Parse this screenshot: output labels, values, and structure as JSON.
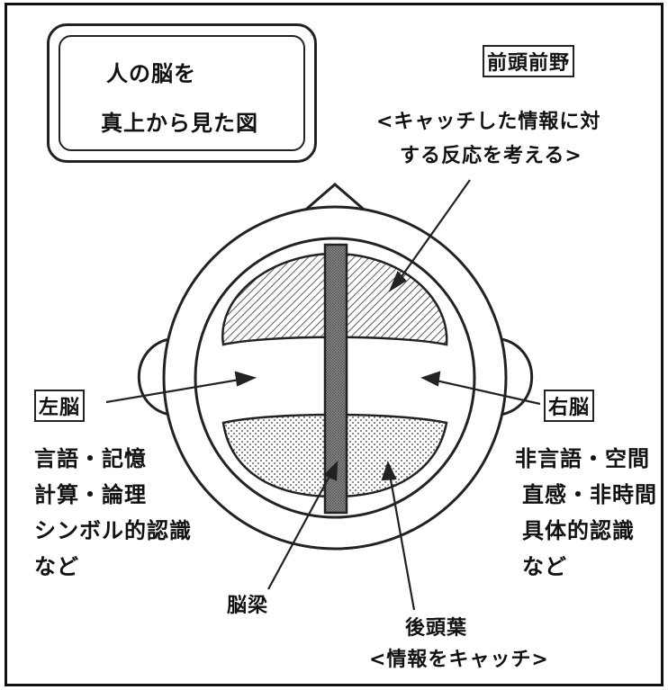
{
  "title": {
    "line1": "人の脳を",
    "line2": "真上から見た図"
  },
  "prefrontal": {
    "label": "前頭前野",
    "desc1": "<キャッチした情報に対",
    "desc2": "する反応を考える>"
  },
  "left_brain": {
    "label": "左脳",
    "items": [
      "言語・記憶",
      "計算・論理",
      "シンボル的認識",
      "など"
    ]
  },
  "right_brain": {
    "label": "右脳",
    "items": [
      "非言語・空間",
      "直感・非時間",
      "具体的認識",
      "など"
    ]
  },
  "corpus_callosum": {
    "label": "脳梁"
  },
  "occipital": {
    "label": "後頭葉",
    "desc": "<情報をキャッチ>"
  }
}
